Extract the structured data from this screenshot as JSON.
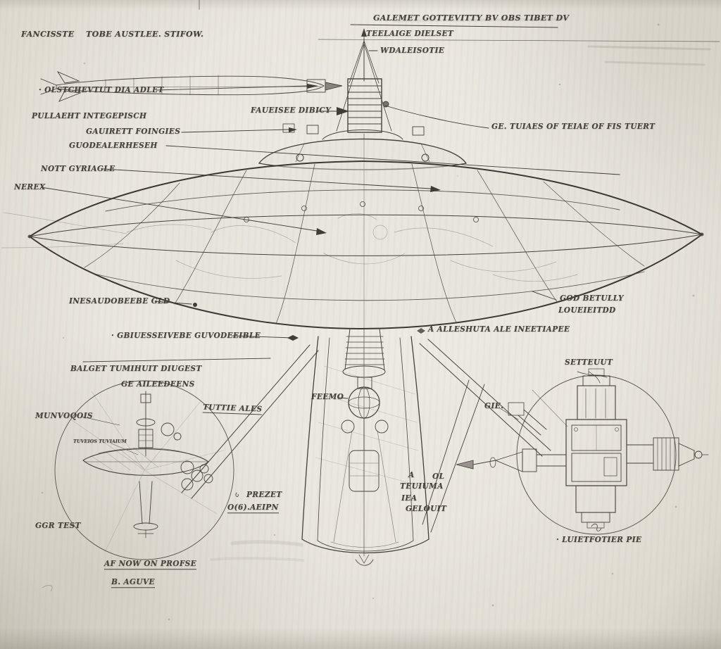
{
  "sheet": {
    "medium": "pencil-blueprint-sketch",
    "ink_color": "#3d3a34",
    "paper_color": "#e9e6de"
  },
  "labels": {
    "top_left_a": "FANCISSTE",
    "top_left_b": "TOBE AUSTLEE. STIFOW.",
    "top_right_title": "GALEMET GOTTEVITTY BV OBS TIBET DV",
    "top_right_sub": "TEELAIGE DIELSET",
    "mast_top": "WDALEISOTIE",
    "torpedo": "· OLSTCHEVTUT DIA ADLET",
    "pullet": "PULLAEHT  INTEGEPISCH",
    "gauirett": "GAUIRETT  FOINGIES",
    "guodeal": "GUODEALERHESEH",
    "not_gyriale": "NOTT GYRIAGLE",
    "nerex": "NEREX",
    "mast_collar": "FAUEISEE  DIBICY",
    "tulle_right": "GE.   TUIAES OF TEIAE OF FIS TUERT",
    "hull_left": "INESAUDOBEEBE GLD",
    "skirt_left": "· GBIUESSEIVEBE GUVODEEIBLE",
    "right_hull_a": "GOD BETULLY",
    "right_hull_b": "LOUEIEITDD",
    "column_right": "A  ALLESHUTA ALE  INEETIAPEE",
    "inset_left_title_a": "BALGET  TUMIHUIT  DIUGEST",
    "inset_left_title_b": "GE  AILEEDEENS",
    "munvoqois": "MUNVOQOIS",
    "tuttie": "TUTTIE  ALES",
    "feemo": "FEEMO",
    "inset_right_title": "SETTEUUT",
    "gie": "GIE.",
    "col_a": "A",
    "col_b": "OL",
    "col_c": "TEUIUMA",
    "col_d": "IEA",
    "col_e": "GELOUIT",
    "prezet": "PREZET",
    "aeipn": "O(6).AEIPN",
    "ggr": "GGR   TEST",
    "note_a": "AF   NOW  ON  PROFSE",
    "note_b": "B.   AGUVE",
    "inset_right_caption": "· LUIETFOTIER PIE",
    "tiny_inset": "TUVEIOS TUVIAIUM"
  }
}
